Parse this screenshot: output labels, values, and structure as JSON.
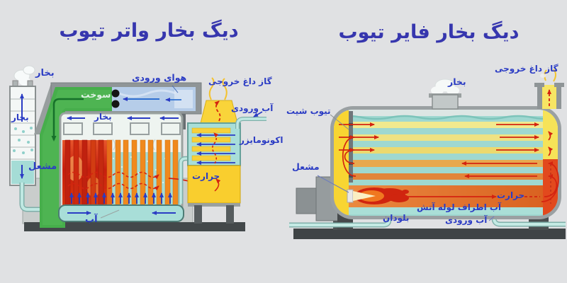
{
  "left_boiler": {
    "title": "دیگ بخار واتر تیوب",
    "labels": {
      "steam_out": "بخار",
      "steam_tank": "بخار",
      "fuel": "سوخت",
      "air_in": "هوای ورودی",
      "steam_drum": "بخار",
      "burner": "مشعل",
      "water": "آب",
      "hot_gas_out": "گاز داغ خروجی",
      "water_in": "آب ورودی",
      "economizer": "اکونومایزر",
      "heat": "حرارت"
    }
  },
  "right_boiler": {
    "title": "دیگ بخار فایر تیوب",
    "labels": {
      "tube_sheet": "تیوب شیت",
      "steam": "بخار",
      "hot_gas_out": "گاز داغ خروجی",
      "burner": "مشعل",
      "heat": "حرارت",
      "water_around_fire_tube": "آب اطراف لوله آتش",
      "blowdown": "بلودان",
      "water_in": "آب ورودی"
    }
  },
  "colors": {
    "background": "#e0e1e3",
    "title_blue": "#3636ae",
    "label_blue": "#2b3cc4",
    "water_teal": "#9fd8d0",
    "tube_orange": "#f0891d",
    "hot_red": "#d42310",
    "boiler_yellow": "#f8d532",
    "fuel_green": "#46ae4b",
    "structure_gray": "#9aa0a2",
    "base_dark": "#3f4446"
  }
}
